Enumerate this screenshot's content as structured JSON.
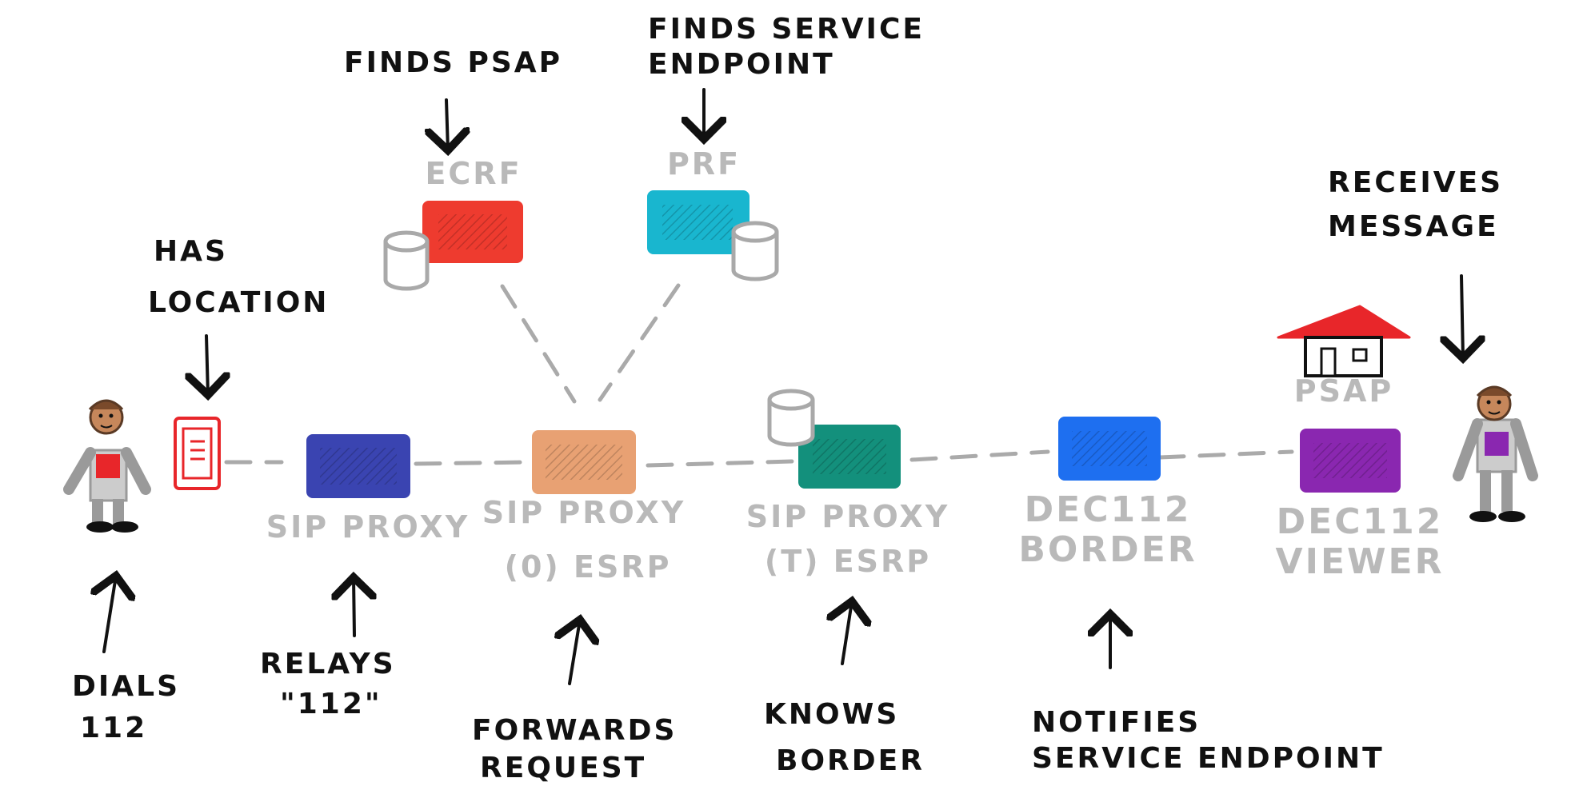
{
  "colors": {
    "ecrf": "#ee3b2f",
    "prf": "#19b6cf",
    "sip_proxy": "#3a44b1",
    "esrp_0": "#e8a173",
    "esrp_t": "#13907c",
    "dec_border": "#1e6ff0",
    "dec_viewer": "#8a27b0",
    "device": "#e8262a",
    "psap_roof": "#e8262a",
    "connector": "#aaaaaa",
    "grey_text": "#b9b9b9"
  },
  "nodes": {
    "ecrf": {
      "label": "ECRF"
    },
    "prf": {
      "label": "PRF"
    },
    "sip_proxy": {
      "label": "SIP PROXY"
    },
    "esrp_0": {
      "label_1": "SIP PROXY",
      "label_2": "(0) ESRP"
    },
    "esrp_t": {
      "label_1": "SIP PROXY",
      "label_2": "(t) ESRP"
    },
    "dec_border": {
      "label_1": "DEC112",
      "label_2": "BORDER"
    },
    "dec_viewer": {
      "label_1": "DEC112",
      "label_2": "VIEWER"
    },
    "psap": {
      "label": "PSAP"
    }
  },
  "annotations": {
    "finds_psap": "FINDS PSAP",
    "finds_service_endpoint_1": "FINDS SERVICE",
    "finds_service_endpoint_2": "ENDPOINT",
    "has_location_1": "HAS",
    "has_location_2": "LOCATION",
    "receives_message_1": "RECEIVES",
    "receives_message_2": "MESSAGE",
    "dials_112_1": "DIALS",
    "dials_112_2": "112",
    "relays_112_1": "RELAYS",
    "relays_112_2": "\"112\"",
    "forwards_request_1": "FORWARDS",
    "forwards_request_2": "REQUEST",
    "knows_border_1": "KNOWS",
    "knows_border_2": "BORDER",
    "notifies_1": "NOTIFIES",
    "notifies_2": "SERVICE ENDPOINT"
  }
}
